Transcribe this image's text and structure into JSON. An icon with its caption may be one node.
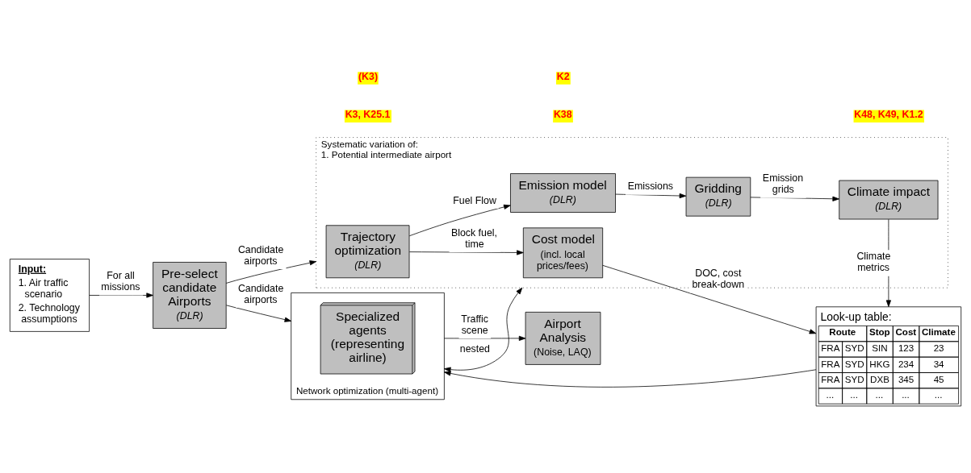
{
  "diagram": {
    "nodes": [
      {
        "text": [
          "Input:",
          "1. Air traffic scenario",
          "2. Technology assumptions"
        ]
      },
      {
        "text": [
          "Pre-select candidate Airports",
          "(DLR)"
        ]
      },
      {
        "text": [
          "Network optimization (multi-agent)"
        ]
      },
      {
        "text": [
          "Specialized agents (representing airline)"
        ],
        "in": 2
      },
      {
        "text": [
          "Airport Analysis",
          "(Noise, LAQ)"
        ]
      },
      {
        "text": [
          "Look-up table:",
          "Route",
          "Stop",
          "Cost",
          "Climate",
          "FRA",
          "SYD",
          "SIN",
          "123",
          "23",
          "FRA",
          "SYD",
          "HKG",
          "234",
          "34",
          "FRA",
          "SYD",
          "DXB",
          "345",
          "45",
          "...",
          "...",
          "...",
          "...",
          "..."
        ]
      },
      {
        "text": [
          "Systematic variation of:",
          "1. Potential intermediate airport"
        ]
      },
      {
        "text": [
          "Trajectory optimization",
          "(DLR)"
        ],
        "in": 6
      },
      {
        "text": [
          "Cost model",
          "(incl. local prices/fees)"
        ],
        "in": 6
      },
      {
        "text": [
          "Emission model",
          "(DLR)"
        ],
        "in": 6
      },
      {
        "text": [
          "Gridding",
          "(DLR)"
        ],
        "in": 6
      },
      {
        "text": [
          "Climate impact",
          "(DLR)"
        ],
        "in": 6
      }
    ],
    "edges": [
      {
        "from": 0,
        "to": 1,
        "arrow": "to",
        "label": "For all missions"
      },
      {
        "from": 1,
        "to": 2,
        "arrow": "to",
        "label": "Candidate airports"
      },
      {
        "from": 1,
        "to": 6,
        "arrow": "to",
        "label": "Candidate airports"
      },
      {
        "from": 2,
        "to": 4,
        "arrow": "to",
        "label": "Traffic scene"
      },
      {
        "from": 5,
        "to": 2,
        "arrow": "to"
      },
      {
        "from": 2,
        "to": 6,
        "arrow": "both",
        "label": "nested"
      },
      {
        "from": 8,
        "to": 5,
        "arrow": "to",
        "label": "DOC, cost break-down"
      },
      {
        "from": 7,
        "to": 8,
        "arrow": "to",
        "label": "Block fuel, time"
      },
      {
        "from": 7,
        "to": 9,
        "arrow": "to",
        "label": "Fuel Flow"
      },
      {
        "from": 9,
        "to": 10,
        "arrow": "to",
        "label": "Emissions"
      },
      {
        "from": 10,
        "to": 11,
        "arrow": "to",
        "label": "Emission grids"
      },
      {
        "from": 11,
        "to": 5,
        "arrow": "to",
        "label": "Climate metrics"
      }
    ],
    "labels": [
      "K38",
      "K3, K25.1",
      "(K3)",
      "K2",
      "K48, K49, K1.2"
    ]
  }
}
